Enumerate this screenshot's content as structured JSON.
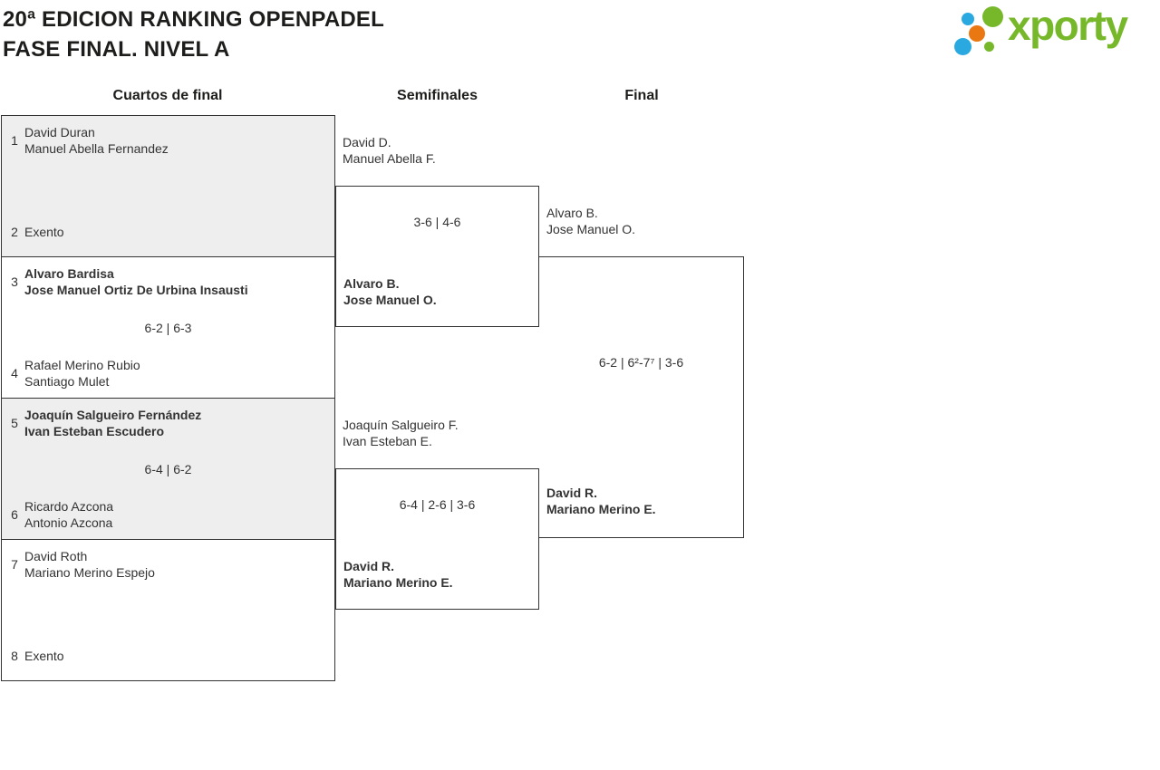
{
  "theme": {
    "brand_green": "#76b82a",
    "brand_blue": "#2aa9e0",
    "brand_orange": "#e97812",
    "border_dark": "#333333",
    "shaded_bg": "#eeeeee",
    "text_color": "#333333",
    "title_color": "#1d1d1b"
  },
  "header": {
    "title_line1": "20ª EDICION RANKING OPENPADEL",
    "title_line2": "FASE FINAL. NIVEL A",
    "logo": {
      "text": "xporty"
    }
  },
  "columns": [
    {
      "label": "Cuartos de final"
    },
    {
      "label": "Semifinales"
    },
    {
      "label": "Final"
    }
  ],
  "quarterfinals": [
    {
      "shaded": true,
      "team1": {
        "seed": "1",
        "players": [
          "David Duran",
          "Manuel Abella Fernandez"
        ],
        "winner": false
      },
      "score": "",
      "team2": {
        "seed": "2",
        "players": [
          "Exento"
        ],
        "winner": false
      }
    },
    {
      "shaded": false,
      "team1": {
        "seed": "3",
        "players": [
          "Alvaro Bardisa",
          "Jose Manuel Ortiz De Urbina Insausti"
        ],
        "winner": true
      },
      "score": "6-2 | 6-3",
      "team2": {
        "seed": "4",
        "players": [
          "Rafael Merino Rubio",
          "Santiago Mulet"
        ],
        "winner": false
      }
    },
    {
      "shaded": true,
      "team1": {
        "seed": "5",
        "players": [
          "Joaquín Salgueiro Fernández",
          "Ivan Esteban Escudero"
        ],
        "winner": true
      },
      "score": "6-4 | 6-2",
      "team2": {
        "seed": "6",
        "players": [
          "Ricardo Azcona",
          "Antonio Azcona"
        ],
        "winner": false
      }
    },
    {
      "shaded": false,
      "team1": {
        "seed": "7",
        "players": [
          "David Roth",
          "Mariano Merino Espejo"
        ],
        "winner": false
      },
      "score": "",
      "team2": {
        "seed": "8",
        "players": [
          "Exento"
        ],
        "winner": false
      }
    }
  ],
  "semifinals": [
    {
      "team1": {
        "players": [
          "David D.",
          "Manuel Abella F."
        ],
        "winner": false
      },
      "score": "3-6 | 4-6",
      "team2": {
        "players": [
          "Alvaro B.",
          "Jose Manuel O."
        ],
        "winner": true
      }
    },
    {
      "team1": {
        "players": [
          "Joaquín Salgueiro F.",
          "Ivan Esteban E."
        ],
        "winner": false
      },
      "score": "6-4 | 2-6 | 3-6",
      "team2": {
        "players": [
          "David R.",
          "Mariano Merino E."
        ],
        "winner": true
      }
    }
  ],
  "final": {
    "team1": {
      "players": [
        "Alvaro B.",
        "Jose Manuel O."
      ],
      "winner": false
    },
    "score": "6-2 | 6²-7⁷ | 3-6",
    "team2": {
      "players": [
        "David R.",
        "Mariano Merino E."
      ],
      "winner": true
    }
  }
}
